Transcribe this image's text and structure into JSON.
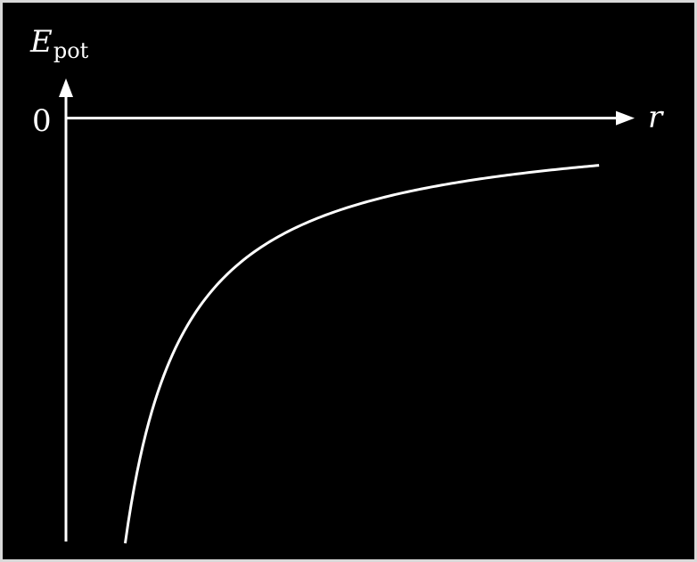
{
  "colors": {
    "background": "#000000",
    "foreground": "#ffffff",
    "border": "#d9d9d9"
  },
  "chart_data": {
    "type": "line",
    "title": "",
    "xlabel": "r",
    "ylabel": {
      "main": "E",
      "sub": "pot"
    },
    "y_tick_labels": [
      "0"
    ],
    "series": [
      {
        "function": "E_pot = -k / r",
        "x": [
          0.5,
          0.6,
          0.75,
          1.0,
          1.25,
          1.5,
          2.0,
          2.5,
          3.0,
          3.5,
          4.0,
          4.5
        ],
        "y": [
          -2.0,
          -1.667,
          -1.333,
          -1.0,
          -0.8,
          -0.667,
          -0.5,
          -0.4,
          -0.333,
          -0.286,
          -0.25,
          -0.222
        ]
      }
    ],
    "xlim": [
      0,
      4.8
    ],
    "ylim": [
      -2.0,
      0.48
    ],
    "grid": false,
    "legend": "none",
    "axis_arrows": true
  }
}
